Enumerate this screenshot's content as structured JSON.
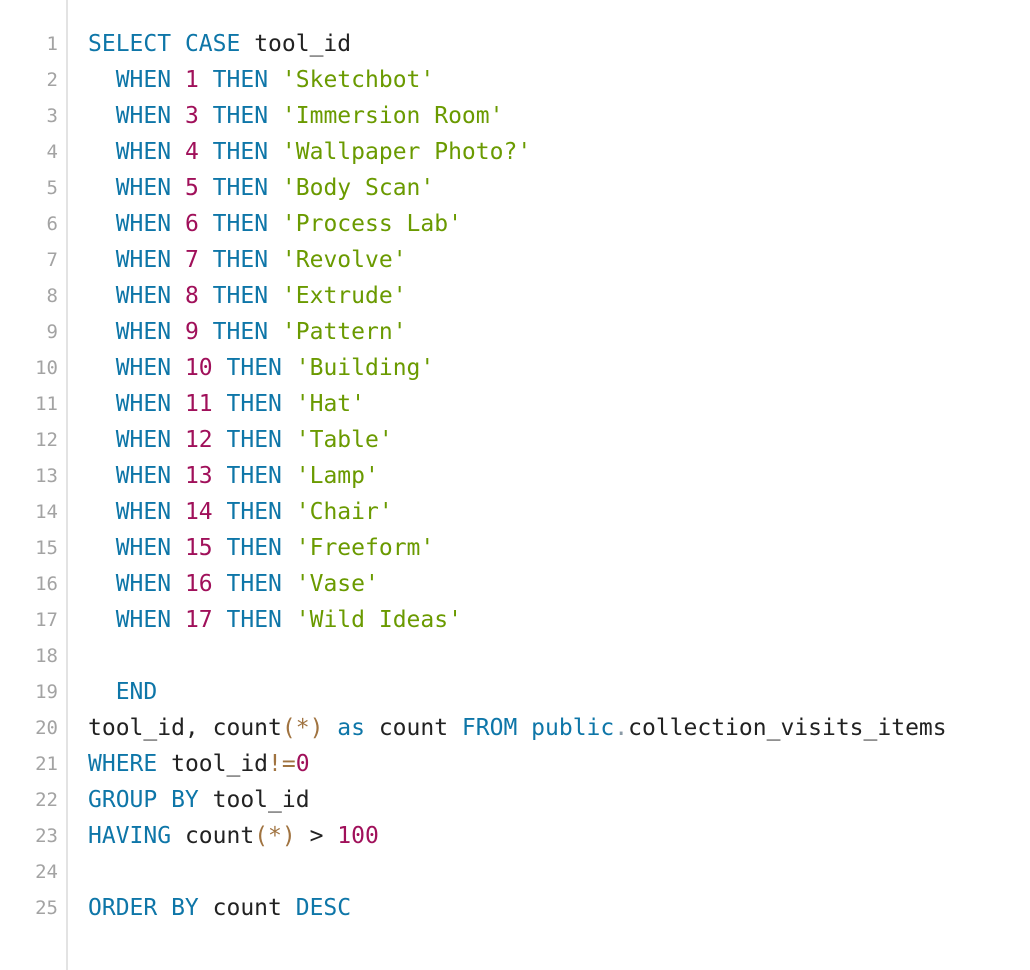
{
  "editor": {
    "language": "sql",
    "lines": [
      {
        "n": "1",
        "tokens": [
          {
            "t": "SELECT",
            "k": "kw"
          },
          {
            "t": " ",
            "k": "fn"
          },
          {
            "t": "CASE",
            "k": "kw"
          },
          {
            "t": " tool_id",
            "k": "fn"
          }
        ]
      },
      {
        "n": "2",
        "tokens": [
          {
            "t": "  ",
            "k": "fn"
          },
          {
            "t": "WHEN",
            "k": "kw"
          },
          {
            "t": " ",
            "k": "fn"
          },
          {
            "t": "1",
            "k": "num"
          },
          {
            "t": " ",
            "k": "fn"
          },
          {
            "t": "THEN",
            "k": "kw"
          },
          {
            "t": " ",
            "k": "fn"
          },
          {
            "t": "'Sketchbot'",
            "k": "str"
          }
        ]
      },
      {
        "n": "3",
        "tokens": [
          {
            "t": "  ",
            "k": "fn"
          },
          {
            "t": "WHEN",
            "k": "kw"
          },
          {
            "t": " ",
            "k": "fn"
          },
          {
            "t": "3",
            "k": "num"
          },
          {
            "t": " ",
            "k": "fn"
          },
          {
            "t": "THEN",
            "k": "kw"
          },
          {
            "t": " ",
            "k": "fn"
          },
          {
            "t": "'Immersion Room'",
            "k": "str"
          }
        ]
      },
      {
        "n": "4",
        "tokens": [
          {
            "t": "  ",
            "k": "fn"
          },
          {
            "t": "WHEN",
            "k": "kw"
          },
          {
            "t": " ",
            "k": "fn"
          },
          {
            "t": "4",
            "k": "num"
          },
          {
            "t": " ",
            "k": "fn"
          },
          {
            "t": "THEN",
            "k": "kw"
          },
          {
            "t": " ",
            "k": "fn"
          },
          {
            "t": "'Wallpaper Photo?'",
            "k": "str"
          }
        ]
      },
      {
        "n": "5",
        "tokens": [
          {
            "t": "  ",
            "k": "fn"
          },
          {
            "t": "WHEN",
            "k": "kw"
          },
          {
            "t": " ",
            "k": "fn"
          },
          {
            "t": "5",
            "k": "num"
          },
          {
            "t": " ",
            "k": "fn"
          },
          {
            "t": "THEN",
            "k": "kw"
          },
          {
            "t": " ",
            "k": "fn"
          },
          {
            "t": "'Body Scan'",
            "k": "str"
          }
        ]
      },
      {
        "n": "6",
        "tokens": [
          {
            "t": "  ",
            "k": "fn"
          },
          {
            "t": "WHEN",
            "k": "kw"
          },
          {
            "t": " ",
            "k": "fn"
          },
          {
            "t": "6",
            "k": "num"
          },
          {
            "t": " ",
            "k": "fn"
          },
          {
            "t": "THEN",
            "k": "kw"
          },
          {
            "t": " ",
            "k": "fn"
          },
          {
            "t": "'Process Lab'",
            "k": "str"
          }
        ]
      },
      {
        "n": "7",
        "tokens": [
          {
            "t": "  ",
            "k": "fn"
          },
          {
            "t": "WHEN",
            "k": "kw"
          },
          {
            "t": " ",
            "k": "fn"
          },
          {
            "t": "7",
            "k": "num"
          },
          {
            "t": " ",
            "k": "fn"
          },
          {
            "t": "THEN",
            "k": "kw"
          },
          {
            "t": " ",
            "k": "fn"
          },
          {
            "t": "'Revolve'",
            "k": "str"
          }
        ]
      },
      {
        "n": "8",
        "tokens": [
          {
            "t": "  ",
            "k": "fn"
          },
          {
            "t": "WHEN",
            "k": "kw"
          },
          {
            "t": " ",
            "k": "fn"
          },
          {
            "t": "8",
            "k": "num"
          },
          {
            "t": " ",
            "k": "fn"
          },
          {
            "t": "THEN",
            "k": "kw"
          },
          {
            "t": " ",
            "k": "fn"
          },
          {
            "t": "'Extrude'",
            "k": "str"
          }
        ]
      },
      {
        "n": "9",
        "tokens": [
          {
            "t": "  ",
            "k": "fn"
          },
          {
            "t": "WHEN",
            "k": "kw"
          },
          {
            "t": " ",
            "k": "fn"
          },
          {
            "t": "9",
            "k": "num"
          },
          {
            "t": " ",
            "k": "fn"
          },
          {
            "t": "THEN",
            "k": "kw"
          },
          {
            "t": " ",
            "k": "fn"
          },
          {
            "t": "'Pattern'",
            "k": "str"
          }
        ]
      },
      {
        "n": "10",
        "tokens": [
          {
            "t": "  ",
            "k": "fn"
          },
          {
            "t": "WHEN",
            "k": "kw"
          },
          {
            "t": " ",
            "k": "fn"
          },
          {
            "t": "10",
            "k": "num"
          },
          {
            "t": " ",
            "k": "fn"
          },
          {
            "t": "THEN",
            "k": "kw"
          },
          {
            "t": " ",
            "k": "fn"
          },
          {
            "t": "'Building'",
            "k": "str"
          }
        ]
      },
      {
        "n": "11",
        "tokens": [
          {
            "t": "  ",
            "k": "fn"
          },
          {
            "t": "WHEN",
            "k": "kw"
          },
          {
            "t": " ",
            "k": "fn"
          },
          {
            "t": "11",
            "k": "num"
          },
          {
            "t": " ",
            "k": "fn"
          },
          {
            "t": "THEN",
            "k": "kw"
          },
          {
            "t": " ",
            "k": "fn"
          },
          {
            "t": "'Hat'",
            "k": "str"
          }
        ]
      },
      {
        "n": "12",
        "tokens": [
          {
            "t": "  ",
            "k": "fn"
          },
          {
            "t": "WHEN",
            "k": "kw"
          },
          {
            "t": " ",
            "k": "fn"
          },
          {
            "t": "12",
            "k": "num"
          },
          {
            "t": " ",
            "k": "fn"
          },
          {
            "t": "THEN",
            "k": "kw"
          },
          {
            "t": " ",
            "k": "fn"
          },
          {
            "t": "'Table'",
            "k": "str"
          }
        ]
      },
      {
        "n": "13",
        "tokens": [
          {
            "t": "  ",
            "k": "fn"
          },
          {
            "t": "WHEN",
            "k": "kw"
          },
          {
            "t": " ",
            "k": "fn"
          },
          {
            "t": "13",
            "k": "num"
          },
          {
            "t": " ",
            "k": "fn"
          },
          {
            "t": "THEN",
            "k": "kw"
          },
          {
            "t": " ",
            "k": "fn"
          },
          {
            "t": "'Lamp'",
            "k": "str"
          }
        ]
      },
      {
        "n": "14",
        "tokens": [
          {
            "t": "  ",
            "k": "fn"
          },
          {
            "t": "WHEN",
            "k": "kw"
          },
          {
            "t": " ",
            "k": "fn"
          },
          {
            "t": "14",
            "k": "num"
          },
          {
            "t": " ",
            "k": "fn"
          },
          {
            "t": "THEN",
            "k": "kw"
          },
          {
            "t": " ",
            "k": "fn"
          },
          {
            "t": "'Chair'",
            "k": "str"
          }
        ]
      },
      {
        "n": "15",
        "tokens": [
          {
            "t": "  ",
            "k": "fn"
          },
          {
            "t": "WHEN",
            "k": "kw"
          },
          {
            "t": " ",
            "k": "fn"
          },
          {
            "t": "15",
            "k": "num"
          },
          {
            "t": " ",
            "k": "fn"
          },
          {
            "t": "THEN",
            "k": "kw"
          },
          {
            "t": " ",
            "k": "fn"
          },
          {
            "t": "'Freeform'",
            "k": "str"
          }
        ]
      },
      {
        "n": "16",
        "tokens": [
          {
            "t": "  ",
            "k": "fn"
          },
          {
            "t": "WHEN",
            "k": "kw"
          },
          {
            "t": " ",
            "k": "fn"
          },
          {
            "t": "16",
            "k": "num"
          },
          {
            "t": " ",
            "k": "fn"
          },
          {
            "t": "THEN",
            "k": "kw"
          },
          {
            "t": " ",
            "k": "fn"
          },
          {
            "t": "'Vase'",
            "k": "str"
          }
        ]
      },
      {
        "n": "17",
        "tokens": [
          {
            "t": "  ",
            "k": "fn"
          },
          {
            "t": "WHEN",
            "k": "kw"
          },
          {
            "t": " ",
            "k": "fn"
          },
          {
            "t": "17",
            "k": "num"
          },
          {
            "t": " ",
            "k": "fn"
          },
          {
            "t": "THEN",
            "k": "kw"
          },
          {
            "t": " ",
            "k": "fn"
          },
          {
            "t": "'Wild Ideas'",
            "k": "str"
          }
        ]
      },
      {
        "n": "18",
        "tokens": []
      },
      {
        "n": "19",
        "tokens": [
          {
            "t": "  ",
            "k": "fn"
          },
          {
            "t": "END",
            "k": "kw"
          }
        ]
      },
      {
        "n": "20",
        "tokens": [
          {
            "t": "tool_id, count",
            "k": "fn"
          },
          {
            "t": "(*)",
            "k": "op"
          },
          {
            "t": " ",
            "k": "fn"
          },
          {
            "t": "as",
            "k": "kw"
          },
          {
            "t": " count ",
            "k": "fn"
          },
          {
            "t": "FROM",
            "k": "kw"
          },
          {
            "t": " ",
            "k": "fn"
          },
          {
            "t": "public",
            "k": "kw"
          },
          {
            "t": ".",
            "k": "dot"
          },
          {
            "t": "collection_visits_items",
            "k": "fn"
          }
        ]
      },
      {
        "n": "21",
        "tokens": [
          {
            "t": "WHERE",
            "k": "kw"
          },
          {
            "t": " tool_id",
            "k": "fn"
          },
          {
            "t": "!=",
            "k": "op"
          },
          {
            "t": "0",
            "k": "num"
          }
        ]
      },
      {
        "n": "22",
        "tokens": [
          {
            "t": "GROUP BY",
            "k": "kw"
          },
          {
            "t": " tool_id",
            "k": "fn"
          }
        ]
      },
      {
        "n": "23",
        "tokens": [
          {
            "t": "HAVING",
            "k": "kw"
          },
          {
            "t": " count",
            "k": "fn"
          },
          {
            "t": "(*)",
            "k": "op"
          },
          {
            "t": " > ",
            "k": "fn"
          },
          {
            "t": "100",
            "k": "num"
          }
        ]
      },
      {
        "n": "24",
        "tokens": []
      },
      {
        "n": "25",
        "tokens": [
          {
            "t": "ORDER BY",
            "k": "kw"
          },
          {
            "t": " count ",
            "k": "fn"
          },
          {
            "t": "DESC",
            "k": "kw"
          }
        ]
      }
    ]
  },
  "colors": {
    "keyword": "#0e76a8",
    "number": "#a0105a",
    "string": "#6a9a00",
    "operator": "#a07340",
    "text": "#222222",
    "line_number": "#a3a3a3",
    "gutter_border": "#e3e3e3",
    "background": "#ffffff"
  }
}
